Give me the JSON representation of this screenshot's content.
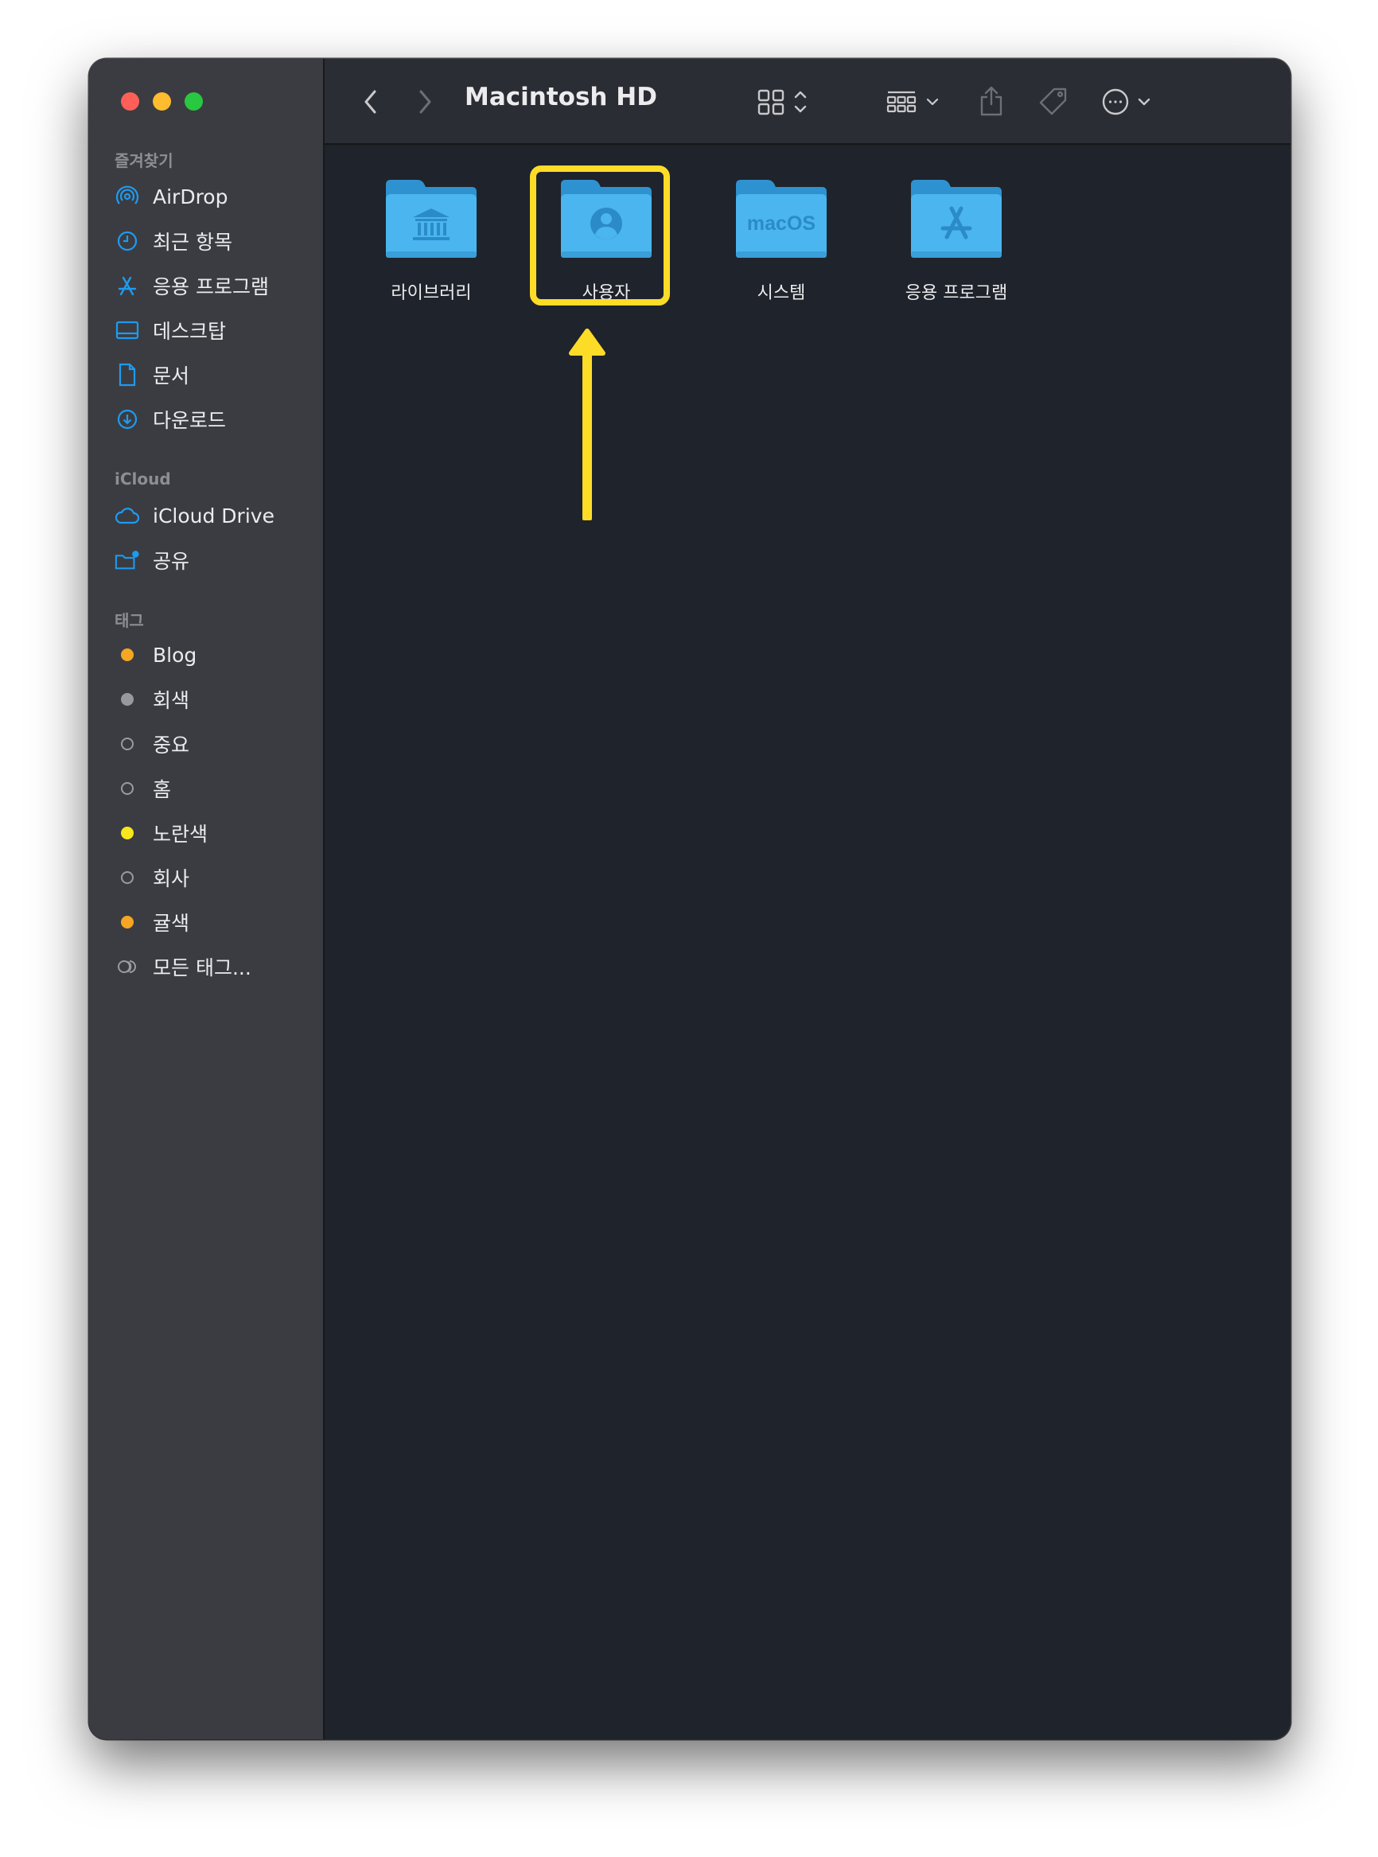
{
  "window": {
    "title": "Macintosh HD"
  },
  "sidebar": {
    "favorites_label": "즐겨찾기",
    "favorites": [
      {
        "label": "AirDrop",
        "icon": "airdrop-icon"
      },
      {
        "label": "최근 항목",
        "icon": "clock-icon"
      },
      {
        "label": "응용 프로그램",
        "icon": "app-store-icon"
      },
      {
        "label": "데스크탑",
        "icon": "desktop-icon"
      },
      {
        "label": "문서",
        "icon": "document-icon"
      },
      {
        "label": "다운로드",
        "icon": "download-icon"
      }
    ],
    "icloud_label": "iCloud",
    "icloud": [
      {
        "label": "iCloud Drive",
        "icon": "cloud-icon"
      },
      {
        "label": "공유",
        "icon": "shared-folder-icon"
      }
    ],
    "tags_label": "태그",
    "tags": [
      {
        "label": "Blog",
        "color": "#f5a623"
      },
      {
        "label": "회색",
        "color": "#98989d"
      },
      {
        "label": "중요",
        "color": ""
      },
      {
        "label": "홈",
        "color": ""
      },
      {
        "label": "노란색",
        "color": "#f8e71c"
      },
      {
        "label": "회사",
        "color": ""
      },
      {
        "label": "귤색",
        "color": "#f5a623"
      },
      {
        "label": "모든 태그...",
        "icon": "all-tags-icon"
      }
    ]
  },
  "content": {
    "items": [
      {
        "name": "라이브러리",
        "icon": "library-folder-icon"
      },
      {
        "name": "사용자",
        "icon": "users-folder-icon",
        "highlighted": true
      },
      {
        "name": "시스템",
        "icon": "macos-folder-icon",
        "badge": "macOS"
      },
      {
        "name": "응용 프로그램",
        "icon": "applications-folder-icon"
      }
    ]
  },
  "colors": {
    "accent": "#1e9bf0",
    "folder": "#4ab5ee",
    "highlight": "#fddc28"
  }
}
